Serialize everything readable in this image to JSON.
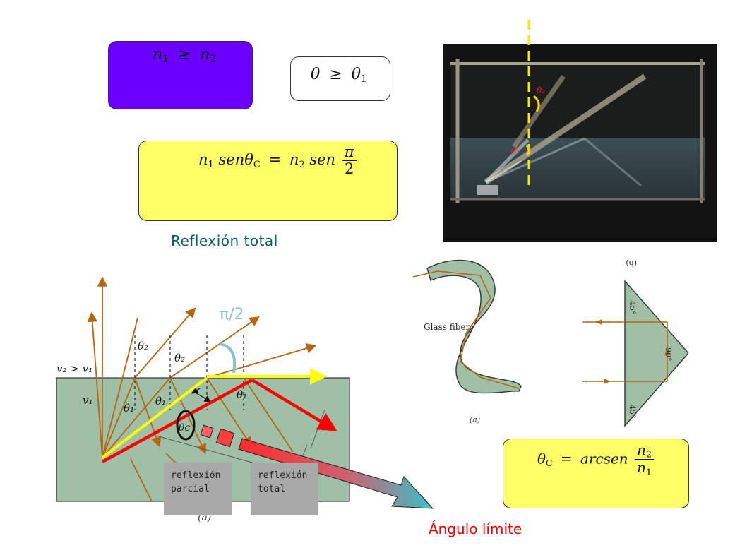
{
  "formulas": {
    "ineq_n": {
      "left": "n",
      "left_sub": "1",
      "op": "≥",
      "right": "n",
      "right_sub": "2"
    },
    "ineq_theta": {
      "left": "θ",
      "op": "≥",
      "right": "θ",
      "right_sub": "1"
    },
    "snell": {
      "a": "n",
      "a_sub": "1",
      "b": "senθ",
      "b_sub": "C",
      "eq": "=",
      "c": "n",
      "c_sub": "2",
      "d": "sen",
      "num": "π",
      "den": "2"
    },
    "critical": {
      "a": "θ",
      "a_sub": "C",
      "eq": "=",
      "b": "arcsen",
      "num": "n",
      "num_sub": "2",
      "den": "n",
      "den_sub": "1"
    }
  },
  "captions": {
    "total_reflection": "Reflexión total",
    "limit_angle": "Ángulo límite",
    "pi_half": "π/2",
    "partial_label": [
      "reflexión",
      "parcial"
    ],
    "total_label": [
      "reflexión",
      "total"
    ]
  },
  "diagram_a": {
    "velocity_relation": "v₂ > v₁",
    "v1": "v₁",
    "theta1": "θ₁",
    "theta2": "θ₂",
    "thetac": "θc",
    "panel": "(a)"
  },
  "photo": {
    "theta2": "θ₂",
    "theta1": "θ₁"
  },
  "fiber": {
    "label": "Glass fiber",
    "panel": "(a)"
  },
  "prism": {
    "panel": "(b)",
    "angle_top": "45°",
    "angle_mid": "90°",
    "angle_bottom": "45°"
  },
  "colors": {
    "purple_box": "#6a00ff",
    "yellow_box": "#ffff66",
    "water": "#9fbfa7",
    "ray": "#b8650d",
    "red": "#ff0000",
    "yellow_ray": "#ffff00",
    "teal_text": "#006060"
  }
}
